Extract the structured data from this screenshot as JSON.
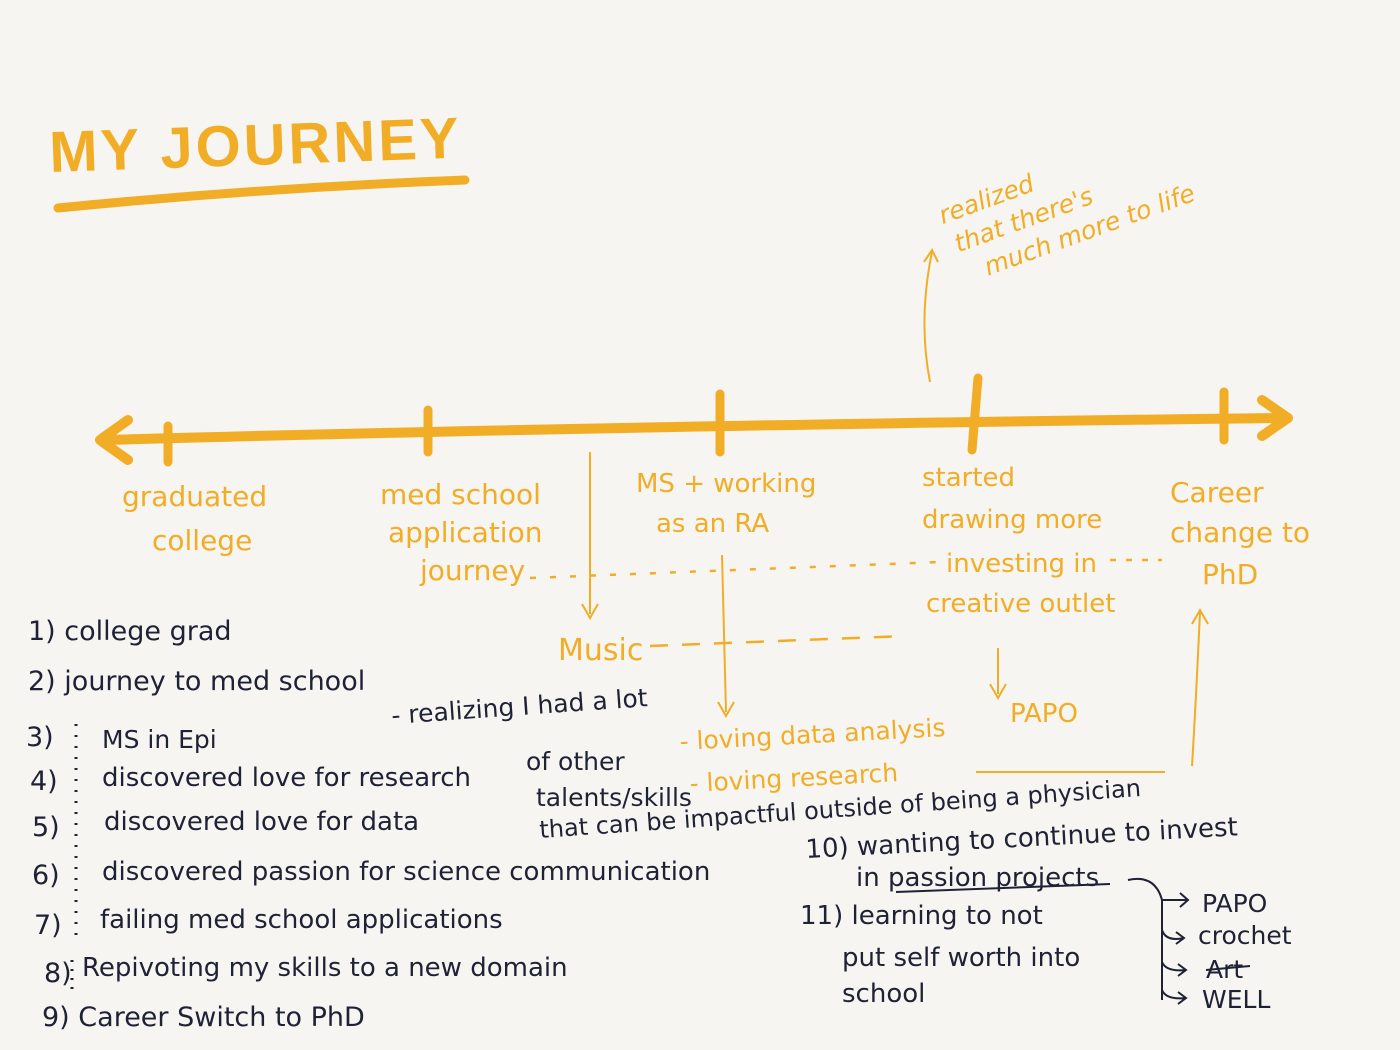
{
  "title": "MY JOURNEY",
  "colors": {
    "accent": "#f2ad27",
    "ink": "#1f2235",
    "background": "#f6f5f1"
  },
  "timeline": {
    "milestones": [
      [
        "graduated",
        "college"
      ],
      [
        "med school",
        "application",
        "journey"
      ],
      [
        "MS + working",
        "as an RA"
      ],
      [
        "started",
        "drawing more",
        "investing in",
        "creative outlet"
      ],
      [
        "Career",
        "change to",
        "PhD"
      ]
    ],
    "realized_note": [
      "realized",
      "that there's",
      "much more to life"
    ],
    "music": "Music",
    "loving_data": "- loving data analysis",
    "loving_research": "- loving research",
    "papo": "PAPO"
  },
  "list": {
    "items": [
      "1) college grad",
      "2) journey to med school",
      "3)",
      "MS in Epi",
      "4)",
      "discovered love for research",
      "5)",
      "discovered love for data",
      "6)",
      "discovered passion for science communication",
      "7)",
      "failing med school applications",
      "8)",
      "Repivoting my skills to a new domain",
      "9) Career Switch to PhD"
    ],
    "realizing_note": [
      "- realizing I had a lot",
      "of other",
      "talents/skills",
      "that can be impactful outside of being a physician"
    ],
    "item10": [
      "10) wanting to continue to invest",
      "in passion projects"
    ],
    "item11": [
      "11) learning to not",
      "put self worth into",
      "school"
    ],
    "passion_projects": [
      "PAPO",
      "crochet",
      "Art",
      "WELL"
    ]
  }
}
